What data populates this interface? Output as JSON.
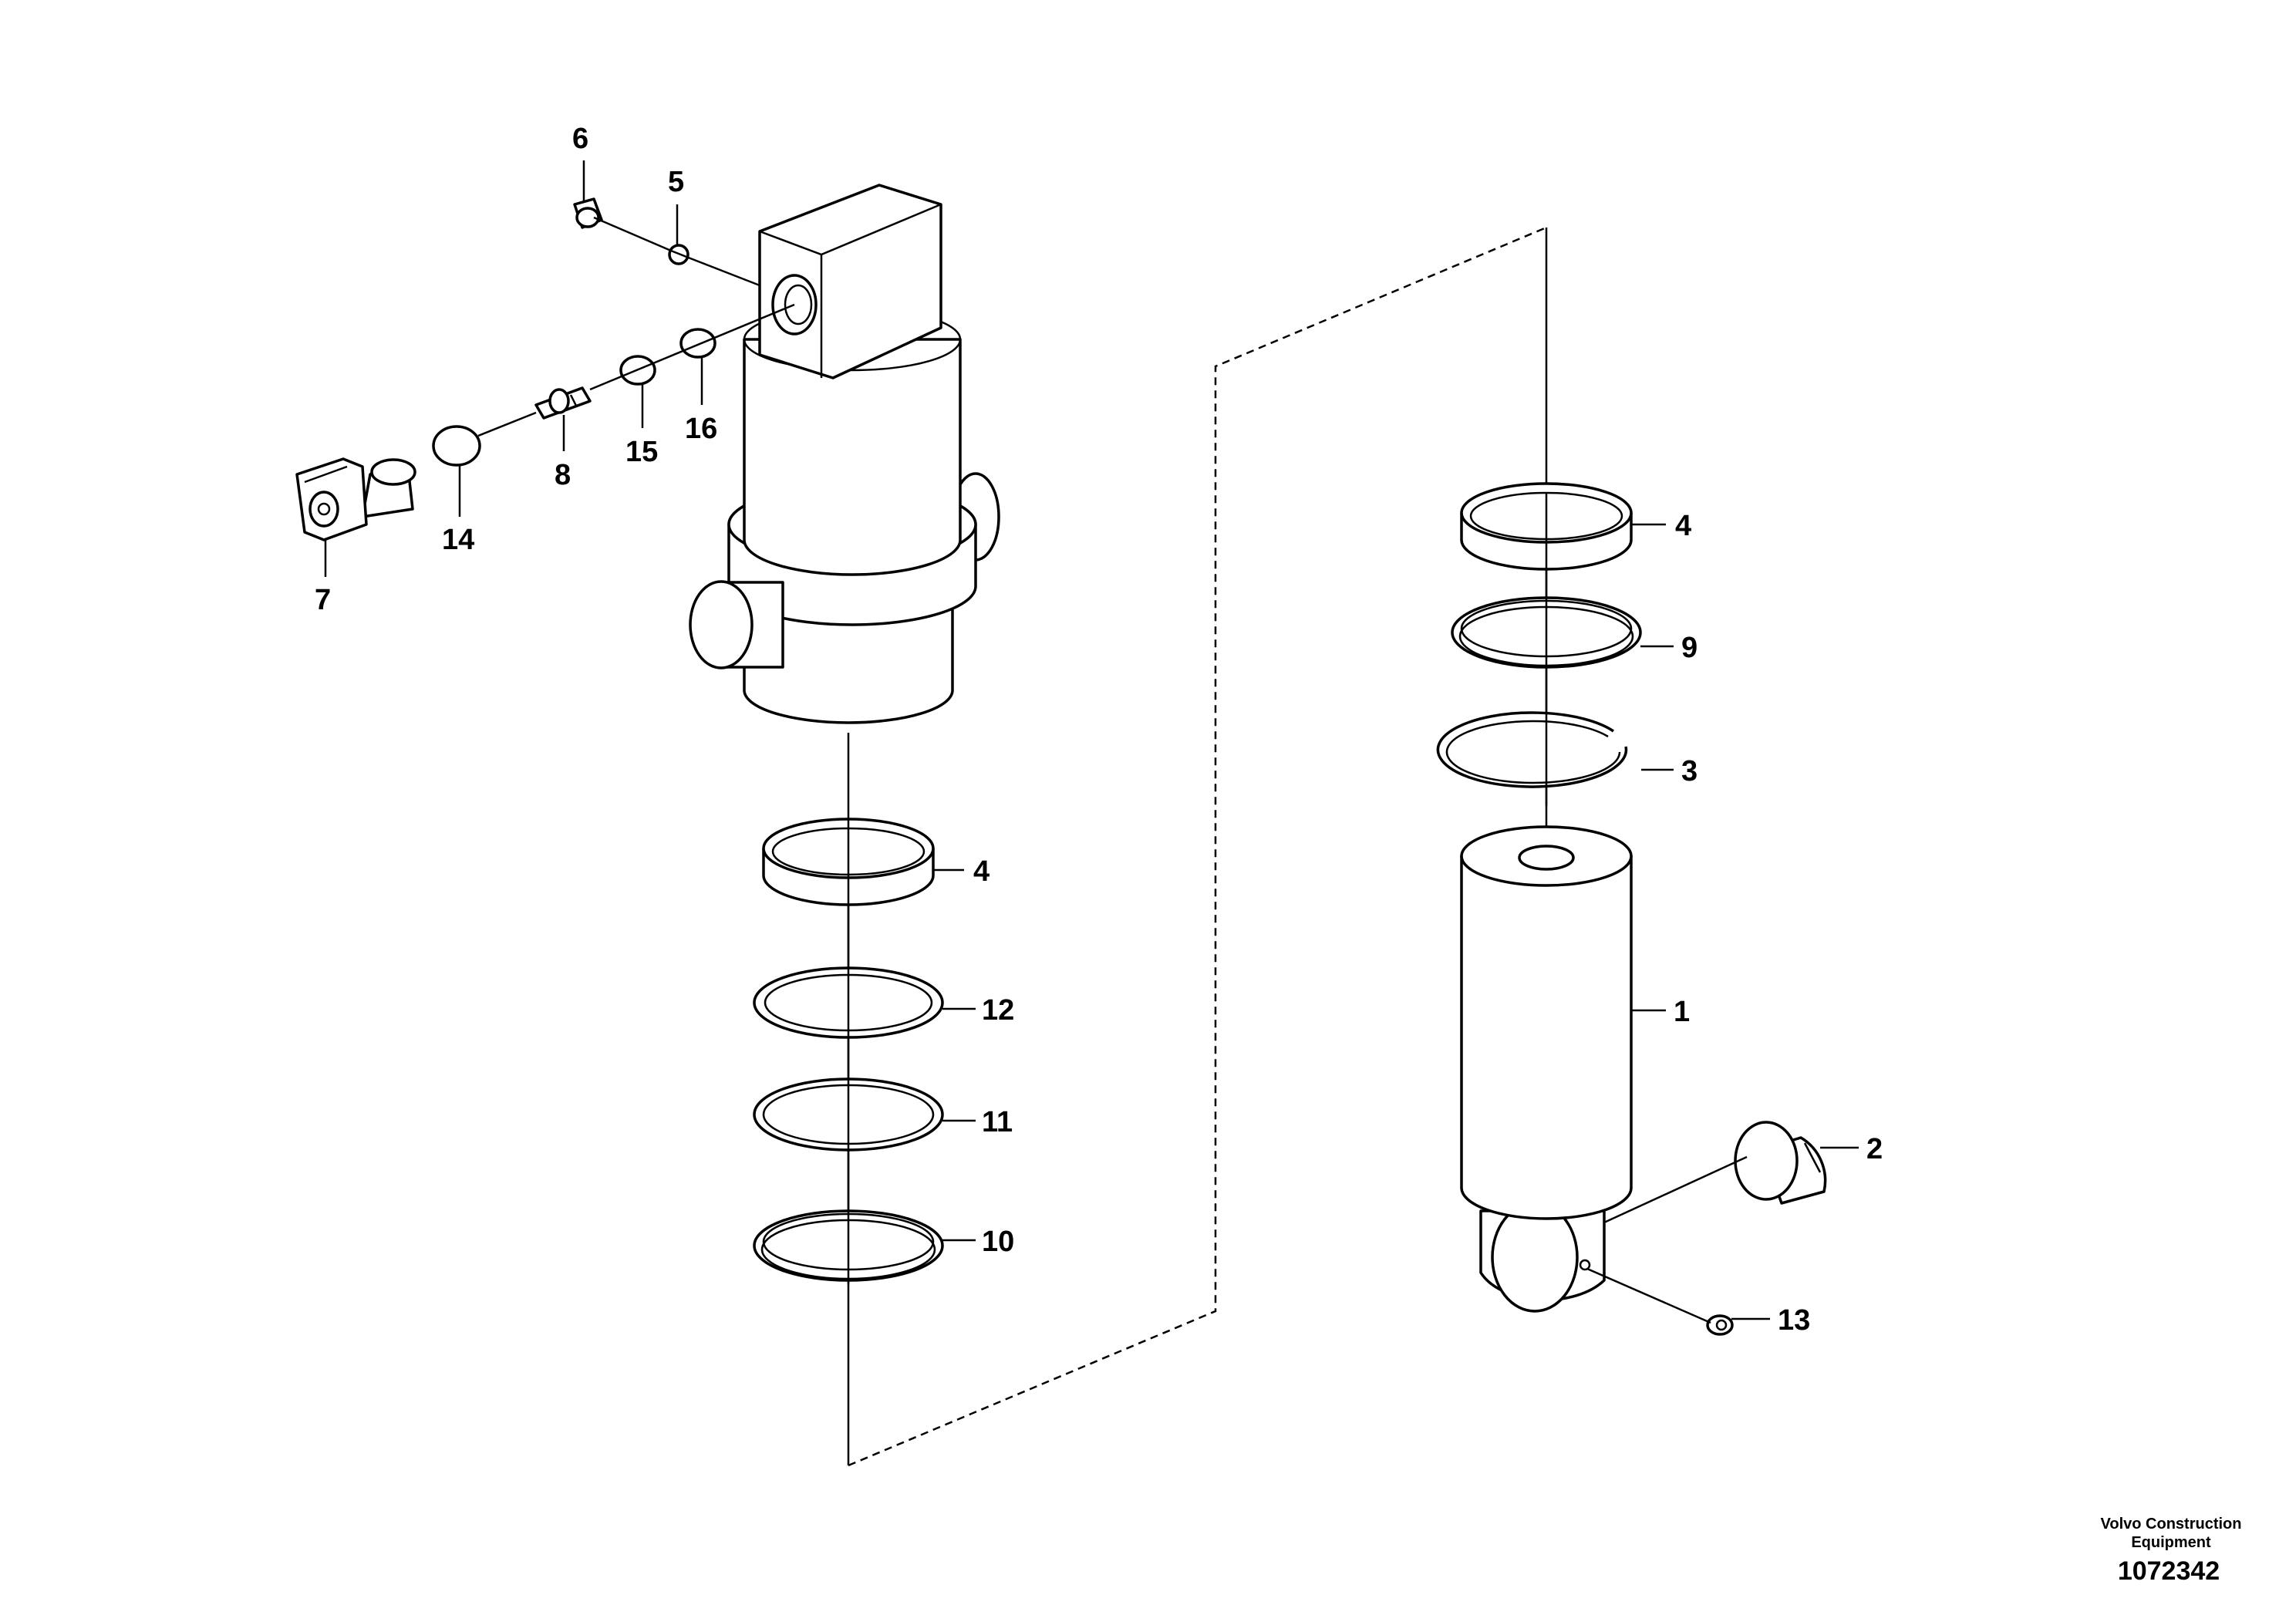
{
  "callouts": {
    "c1": "1",
    "c2": "2",
    "c3": "3",
    "c4a": "4",
    "c4b": "4",
    "c5": "5",
    "c6": "6",
    "c7": "7",
    "c8": "8",
    "c9": "9",
    "c10": "10",
    "c11": "11",
    "c12": "12",
    "c13": "13",
    "c14": "14",
    "c15": "15",
    "c16": "16"
  },
  "footer": {
    "company_line1": "Volvo Construction",
    "company_line2": "Equipment",
    "document_number": "1072342"
  }
}
